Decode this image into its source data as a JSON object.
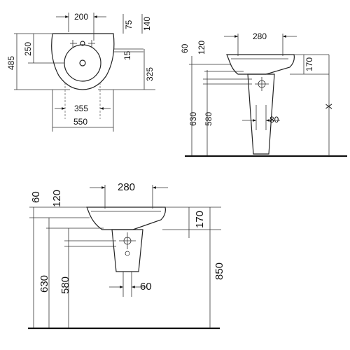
{
  "top_view": {
    "d_200": "200",
    "d_75": "75",
    "d_140": "140",
    "d_250": "250",
    "d_485": "485",
    "d_15": "15",
    "d_325": "325",
    "d_355": "355",
    "d_550": "550"
  },
  "side_view_pedestal": {
    "d_280": "280",
    "d_60": "60",
    "d_120": "120",
    "d_170": "170",
    "d_x": "X",
    "d_630": "630",
    "d_580": "580",
    "d_80": "80"
  },
  "side_view_semi_pedestal": {
    "d_280": "280",
    "d_60_top": "60",
    "d_120": "120",
    "d_170": "170",
    "d_850": "850",
    "d_630": "630",
    "d_580": "580",
    "d_60_bottom": "60"
  }
}
